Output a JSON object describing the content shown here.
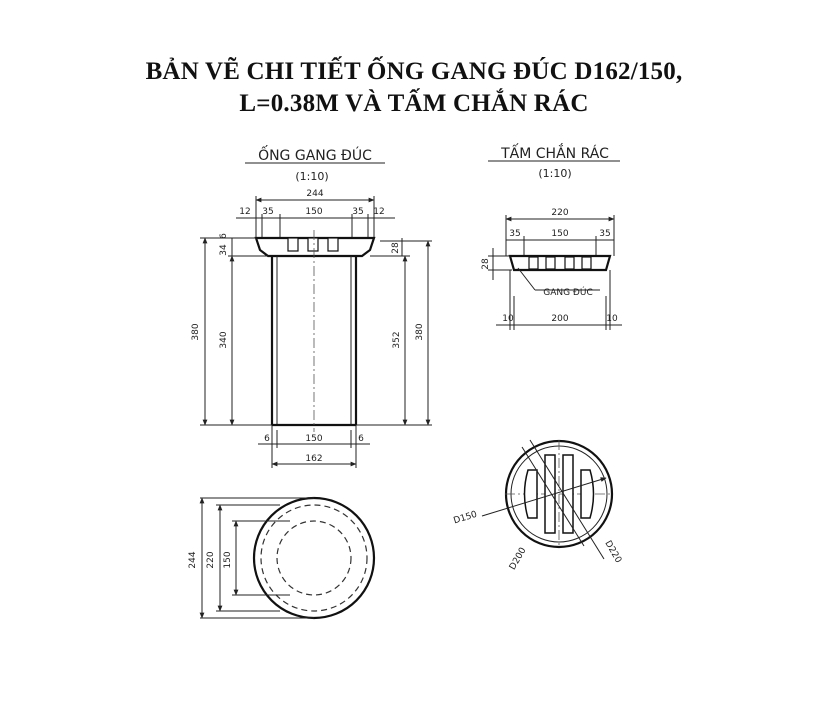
{
  "title": {
    "line1": "BẢN VẼ CHI TIẾT ỐNG GANG ĐÚC D162/150,",
    "line2": "L=0.38M VÀ TẤM CHẮN RÁC"
  },
  "pipe_view": {
    "label": "ỐNG GANG ĐÚC",
    "scale": "(1:10)",
    "dims": {
      "total_width": "244",
      "left_edge": "12",
      "left_flange": "35",
      "inner": "150",
      "right_flange": "35",
      "right_edge": "12",
      "top_small": "6",
      "flange_h": "34",
      "flange_h_right": "28",
      "height_total_left": "380",
      "body_height": "340",
      "height_right_inner": "352",
      "height_total_right": "380",
      "bottom_wall_left": "6",
      "bottom_inner": "150",
      "bottom_wall_right": "6",
      "bottom_outer": "162"
    }
  },
  "plate_view": {
    "label": "TẤM CHẮN RÁC",
    "scale": "(1:10)",
    "dims": {
      "total_width": "220",
      "left": "35",
      "mid": "150",
      "right": "35",
      "height": "28",
      "bottom_left": "10",
      "bottom_mid": "200",
      "bottom_right": "10"
    },
    "material_note": "GANG ĐÚC"
  },
  "pipe_plan": {
    "dims": {
      "outer": "244",
      "mid": "220",
      "inner": "150"
    }
  },
  "plate_plan": {
    "dims": {
      "d150": "D150",
      "d200": "D200",
      "d220": "D220"
    }
  }
}
